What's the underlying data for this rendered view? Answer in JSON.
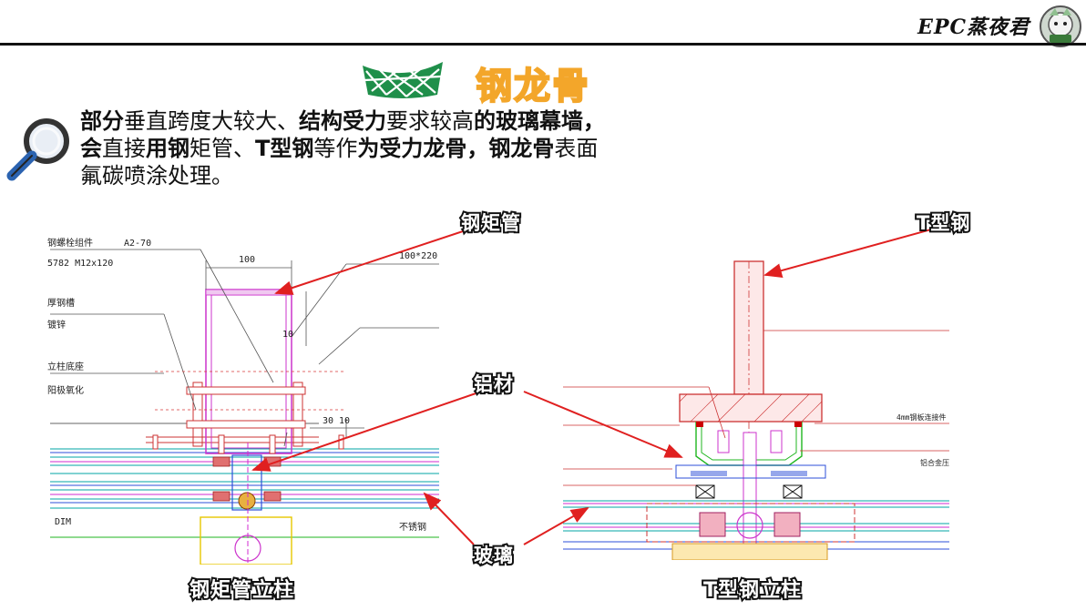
{
  "header": {
    "brand": "EPC蒸夜君"
  },
  "title": "钢龙骨",
  "paragraph": {
    "s1": "部分",
    "s2": "垂直跨度大较大、",
    "s3": "结构受力",
    "s4": "要求较高",
    "s5": "的玻璃幕墙，",
    "s6": "会",
    "s7": "直接",
    "s8": "用钢",
    "s9": "矩管、",
    "s10": "T型钢",
    "s11": "等",
    "s12": "作",
    "s13": "为受力龙骨，钢龙骨",
    "s14": "表面",
    "s15": "氟碳喷涂处理。"
  },
  "labels": {
    "rect_tube": "钢矩管",
    "t_steel": "T型钢",
    "aluminum": "铝材",
    "glass": "玻璃"
  },
  "captions": {
    "left": "钢矩管立柱",
    "right": "T型钢立柱"
  },
  "drawing_left": {
    "t1": "钢螺栓组件",
    "t1b": "A2-70",
    "t2": "5782  M12x120",
    "t3": "厚钢槽",
    "t4": "镀锌",
    "t5": "立柱底座",
    "t6": "阳极氧化",
    "dim_100": "100",
    "dim_100x220": "100*220",
    "dim_10": "10",
    "dim_30": "30",
    "dim_10b": "10",
    "dim_label": "DIM",
    "t_stainless": "不锈钢"
  },
  "drawing_right": {
    "r1": "4mm钢板连接件",
    "r2": "铝合金压块"
  }
}
